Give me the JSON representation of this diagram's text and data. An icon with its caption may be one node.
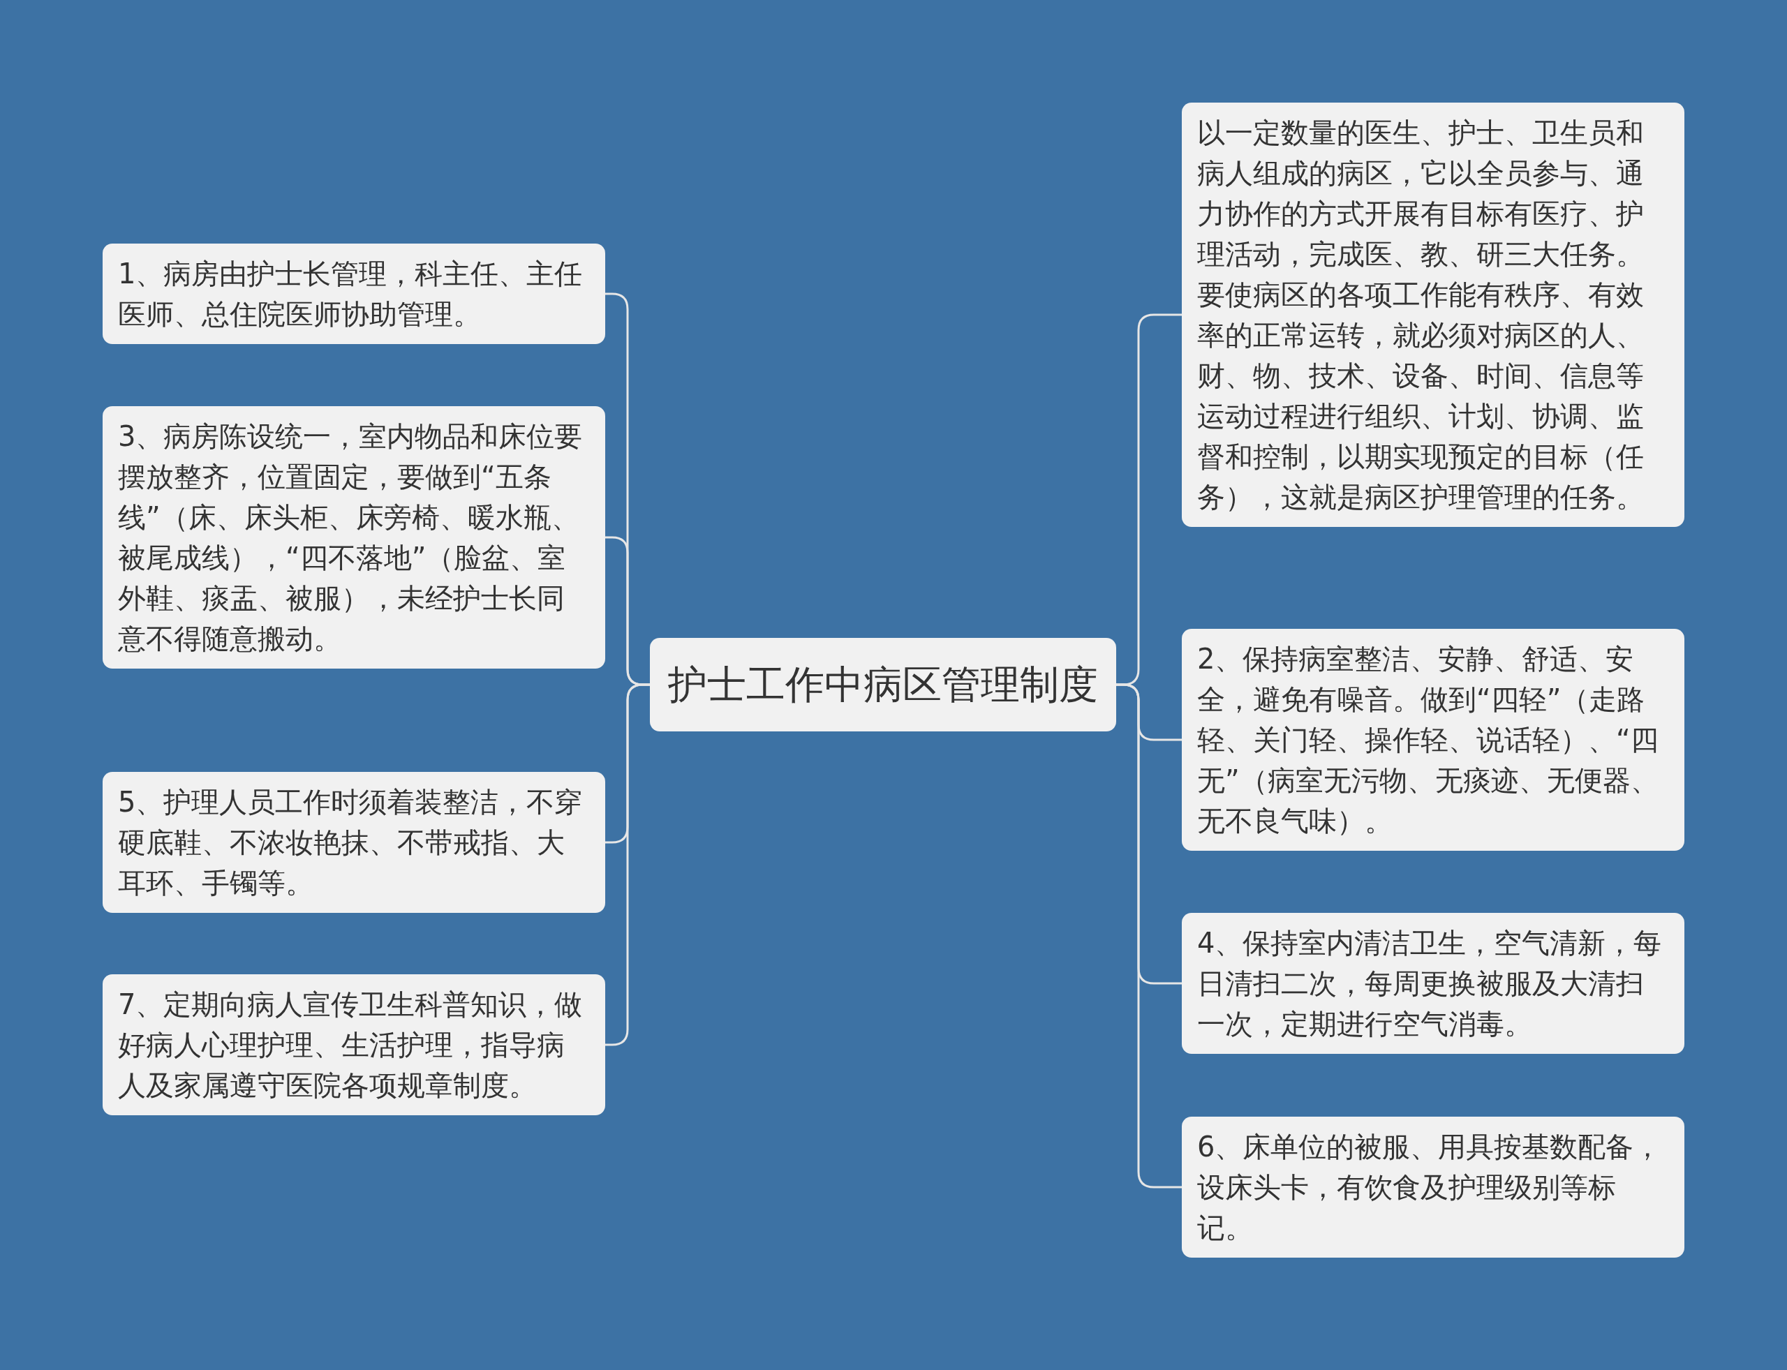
{
  "diagram": {
    "nodes": [
      {
        "text": [
          "护士工作中病区管理制度"
        ]
      },
      {
        "text": [
          "以一定数量的医生、护士、卫生员和病人组成的病区，它以全员参与、通力协作的方式开展有目标有医疗、护理活动，完成医、教、研三大任务。要使病区的各项工作能有秩序、有效率的正常运转，就必须对病区的人、财、物、技术、设备、时间、信息等运动过程进行组织、计划、协调、监督和控制，以期实现预定的目标（任务），这就是病区护理管理的任务。"
        ]
      },
      {
        "text": [
          "1、病房由护士长管理，科主任、主任医师、总住院医师协助管理。"
        ]
      },
      {
        "text": [
          "2、保持病室整洁、安静、舒适、安全，避免有噪音。做到“四轻”（走路轻、关门轻、操作轻、说话轻）、“四无”（病室无污物、无痰迹、无便器、无不良气味）。"
        ]
      },
      {
        "text": [
          "3、病房陈设统一，室内物品和床位要摆放整齐，位置固定，要做到“五条线”（床、床头柜、床旁椅、暖水瓶、被尾成线），“四不落地”（脸盆、室外鞋、痰盂、被服），未经护士长同意不得随意搬动。"
        ]
      },
      {
        "text": [
          "4、保持室内清洁卫生，空气清新，每日清扫二次，每周更换被服及大清扫一次，定期进行空气消毒。"
        ]
      },
      {
        "text": [
          "5、护理人员工作时须着装整洁，不穿硬底鞋、不浓妆艳抹、不带戒指、大耳环、手镯等。"
        ]
      },
      {
        "text": [
          "6、床单位的被服、用具按基数配备，设床头卡，有饮食及护理级别等标记。"
        ]
      },
      {
        "text": [
          "7、定期向病人宣传卫生科普知识，做好病人心理护理、生活护理，指导病人及家属遵守医院各项规章制度。"
        ]
      }
    ],
    "edges": [
      {
        "from": 0,
        "to": 1,
        "arrow": "none"
      },
      {
        "from": 0,
        "to": 2,
        "arrow": "none"
      },
      {
        "from": 0,
        "to": 3,
        "arrow": "none"
      },
      {
        "from": 0,
        "to": 4,
        "arrow": "none"
      },
      {
        "from": 0,
        "to": 5,
        "arrow": "none"
      },
      {
        "from": 0,
        "to": 6,
        "arrow": "none"
      },
      {
        "from": 0,
        "to": 7,
        "arrow": "none"
      },
      {
        "from": 0,
        "to": 8,
        "arrow": "none"
      }
    ]
  }
}
